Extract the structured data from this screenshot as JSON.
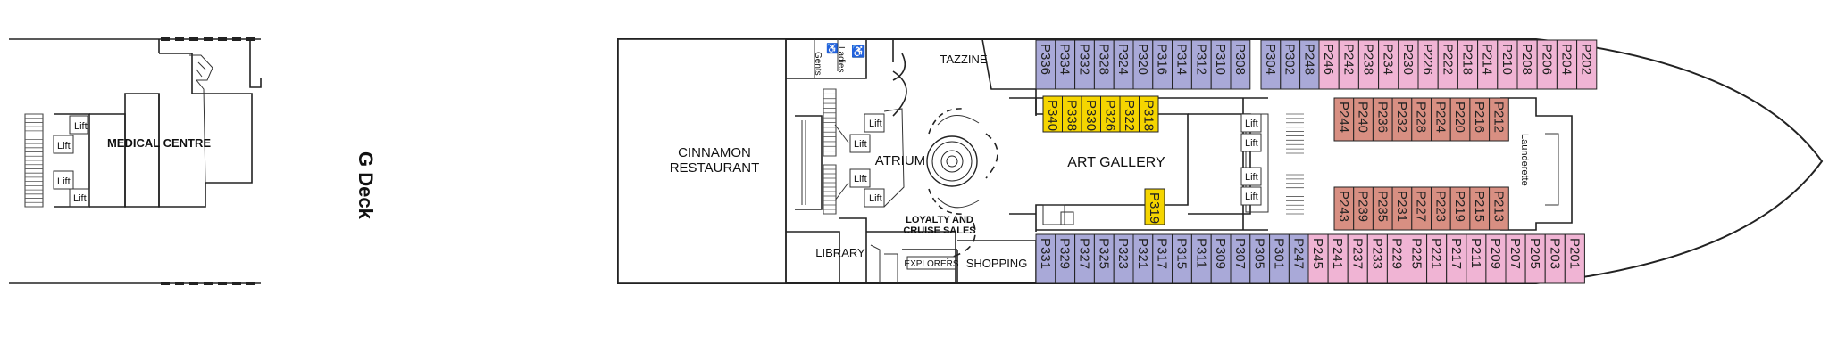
{
  "deck_title": "G Deck",
  "colors": {
    "inside_cabin": "#a9a9d8",
    "outside_cabin": "#f0b4d4",
    "balcony_cabin": "#d88f82",
    "suite_cabin": "#f5d500",
    "outline": "#222222"
  },
  "areas": {
    "medical_centre": "MEDICAL CENTRE",
    "lift": "Lift",
    "cinnamon_restaurant_line1": "CINNAMON",
    "cinnamon_restaurant_line2": "RESTAURANT",
    "tazzine": "TAZZINE",
    "atrium": "ATRIUM",
    "art_gallery": "ART GALLERY",
    "loyalty_line1": "LOYALTY AND",
    "loyalty_line2": "CRUISE SALES",
    "library": "LIBRARY",
    "explorers": "EXPLORERS",
    "shopping": "SHOPPING",
    "launderette": "Launderette",
    "gents": "Gents",
    "ladies": "Ladies"
  },
  "cabins": {
    "top_inside": [
      "P336",
      "P334",
      "P332",
      "P328",
      "P324",
      "P320",
      "P316",
      "P314",
      "P312",
      "P310",
      "P308"
    ],
    "top_inside_2": [
      "P304",
      "P302",
      "P248"
    ],
    "top_outside": [
      "P246",
      "P242",
      "P238",
      "P234",
      "P230",
      "P226",
      "P222",
      "P218",
      "P214",
      "P210",
      "P208",
      "P206",
      "P204",
      "P202"
    ],
    "center_suite_top": [
      "P340",
      "P338",
      "P330",
      "P326",
      "P322",
      "P318"
    ],
    "center_suite_bottom": [
      "P319"
    ],
    "center_balcony_top": [
      "P244",
      "P240",
      "P236",
      "P232",
      "P228",
      "P224",
      "P220",
      "P216",
      "P212"
    ],
    "center_balcony_bottom": [
      "P243",
      "P239",
      "P235",
      "P231",
      "P227",
      "P223",
      "P219",
      "P215",
      "P213"
    ],
    "bottom_inside": [
      "P331",
      "P329",
      "P327",
      "P325",
      "P323",
      "P321",
      "P317",
      "P315",
      "P311",
      "P309",
      "P307",
      "P305",
      "P301",
      "P247"
    ],
    "bottom_outside": [
      "P245",
      "P241",
      "P237",
      "P233",
      "P229",
      "P225",
      "P221",
      "P217",
      "P211",
      "P209",
      "P207",
      "P205",
      "P203",
      "P201"
    ]
  }
}
